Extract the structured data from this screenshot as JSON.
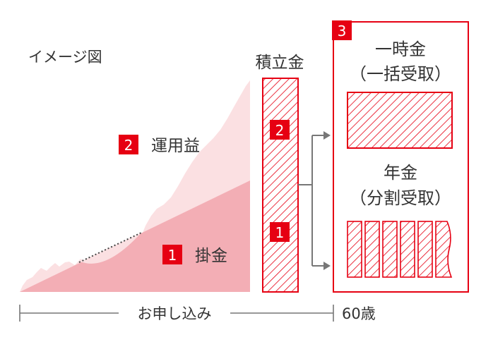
{
  "caption": "イメージ図",
  "label_returns": {
    "num": "2",
    "text": "運用益"
  },
  "label_contributions": {
    "num": "1",
    "text": "掛金"
  },
  "accumulated": {
    "title": "積立金",
    "num_returns": "2",
    "num_contributions": "1"
  },
  "payout": {
    "num": "3",
    "lump_sum": {
      "line1": "一時金",
      "line2": "（一括受取）"
    },
    "annuity": {
      "line1": "年金",
      "line2": "（分割受取）"
    }
  },
  "timeline": {
    "label": "お申し込み",
    "end": "60歳"
  },
  "colors": {
    "accent": "#e60012",
    "returns_fill": "#fbe0e2",
    "contrib_fill": "#f3aeb5",
    "text": "#333333",
    "line": "#777777"
  }
}
